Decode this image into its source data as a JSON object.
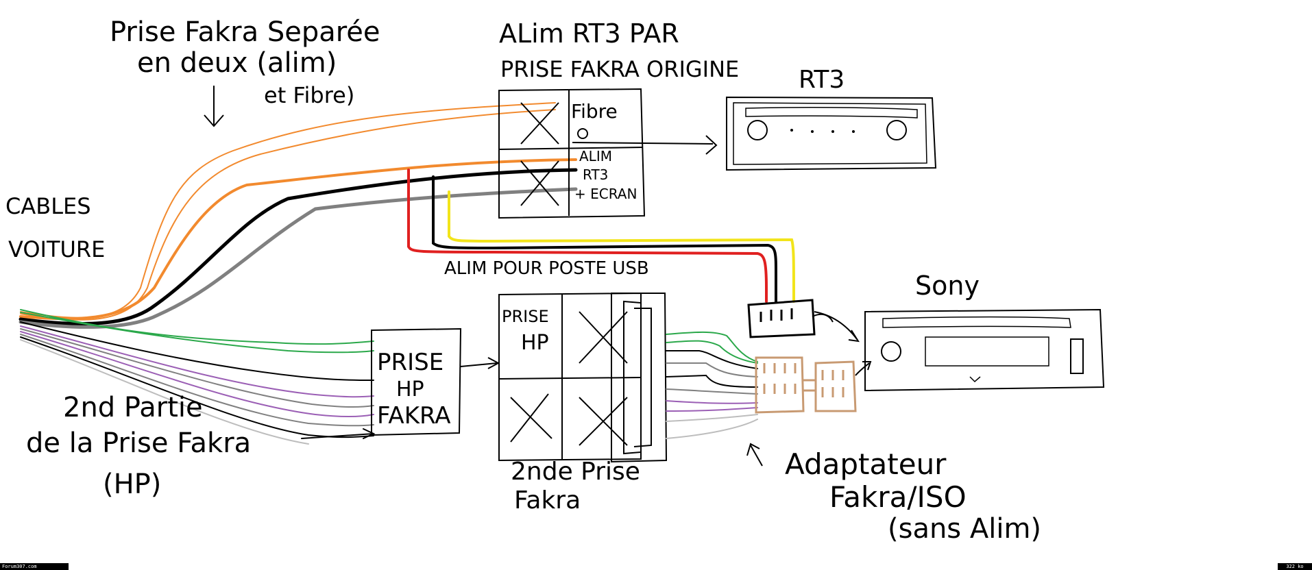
{
  "labels": {
    "prise_fakra_top_line1": "Prise Fakra Separée",
    "prise_fakra_top_line2": "en deux (alim)",
    "prise_fakra_top_line3": "et Fibre)",
    "alim_rt3_line1": "ALim RT3 PAR",
    "alim_rt3_line2": "PRISE FAKRA ORIGINE",
    "rt3": "RT3",
    "cables_line1": "CABLES",
    "cables_line2": "VOITURE",
    "fibre": "Fibre",
    "alim_line1": "ALIM",
    "alim_line2": "RT3",
    "alim_line3": "+ ECRAN",
    "alim_usb": "ALIM POUR POSTE USB",
    "sony": "Sony",
    "prise_hp_fakra_line1": "PRISE",
    "prise_hp_fakra_line2": "HP",
    "prise_hp_fakra_line3": "FAKRA",
    "prise_hp_line1": "PRISE",
    "prise_hp_line2": "HP",
    "second_part_line1": "2nd Partie",
    "second_part_line2": "de la Prise Fakra",
    "second_part_line3": "(HP)",
    "second_prise_line1": "2nde Prise",
    "second_prise_line2": "Fakra",
    "adaptateur_line1": "Adaptateur",
    "adaptateur_line2": "Fakra/ISO",
    "adaptateur_line3": "(sans Alim)"
  },
  "footer": {
    "left": "Forum307.com",
    "right": "322 ko"
  },
  "colors": {
    "orange": "#f28a2e",
    "black": "#000000",
    "gray": "#808080",
    "red": "#e02020",
    "yellow": "#f2e41a",
    "green": "#2aa84a",
    "purple": "#9b5fb5",
    "lightgray": "#bdbdbd",
    "brown": "#c89a72"
  }
}
